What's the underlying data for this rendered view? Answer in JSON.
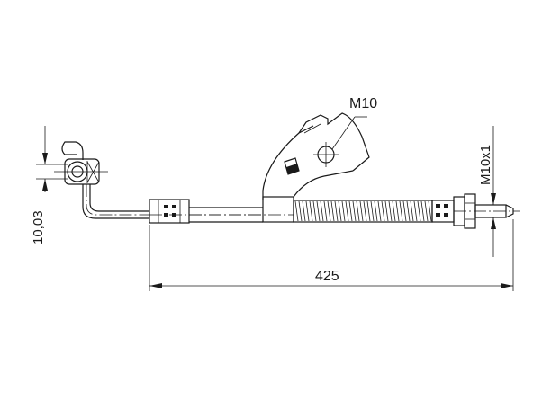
{
  "dimensions": {
    "length": "425",
    "offset": "10,03",
    "bolt_thread": "M10",
    "end_thread": "M10x1"
  },
  "colors": {
    "line": "#1a1a1a",
    "background": "#ffffff"
  }
}
